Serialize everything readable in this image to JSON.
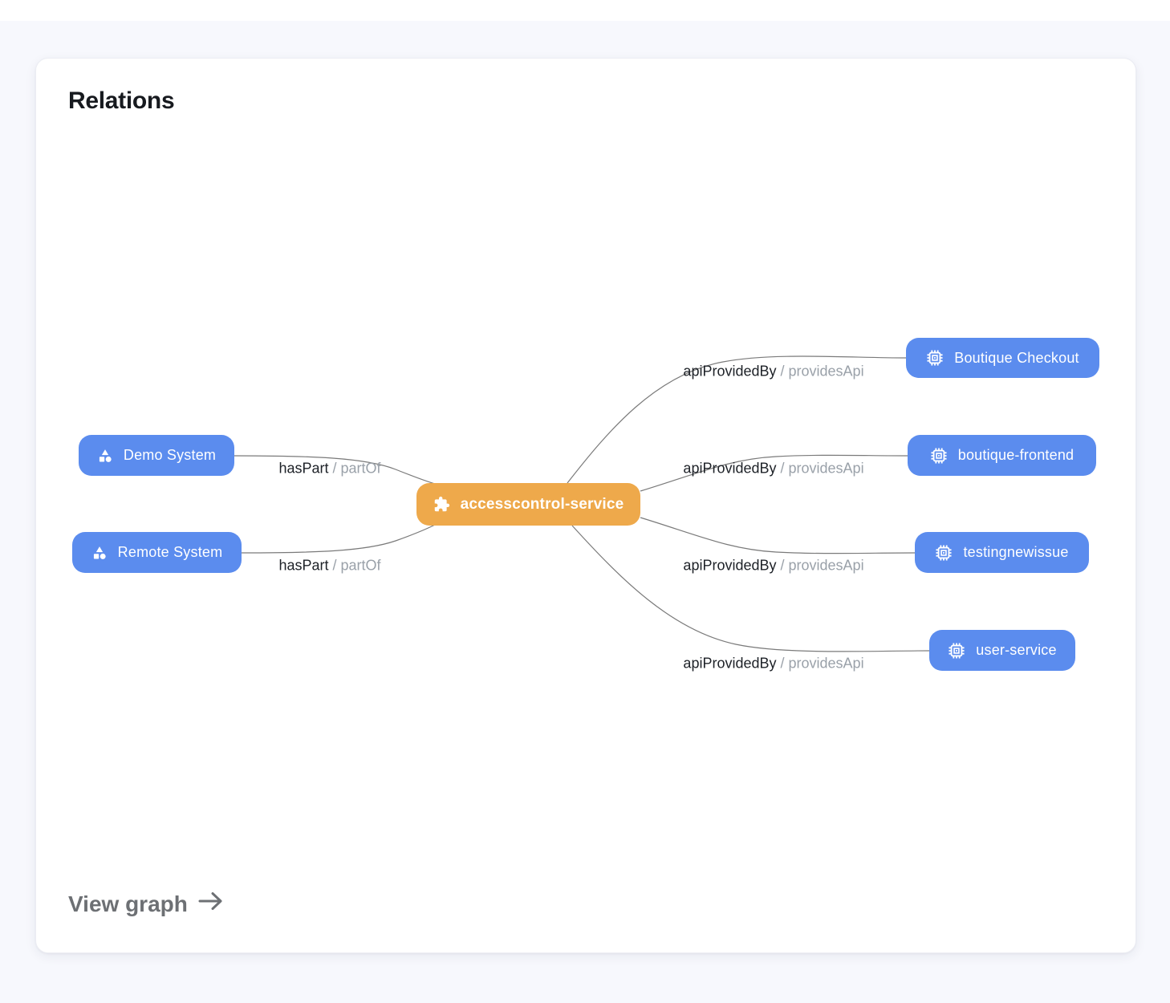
{
  "card": {
    "title": "Relations",
    "view_graph_label": "View graph"
  },
  "colors": {
    "entity_node_blue": "#5b8cee",
    "focus_node_orange": "#eea94b",
    "edge_line": "#7a7a7a",
    "edge_label_dark": "#1d2127",
    "edge_label_muted": "#9aa1a9",
    "view_graph_gray": "#6d7074",
    "page_background": "#f7f8fd"
  },
  "graph": {
    "center_node": {
      "label": "accesscontrol-service",
      "icon": "puzzle-icon"
    },
    "left_nodes": [
      {
        "label": "Demo System",
        "icon": "system-icon"
      },
      {
        "label": "Remote System",
        "icon": "system-icon"
      }
    ],
    "right_nodes": [
      {
        "label": "Boutique Checkout",
        "icon": "api-chip-icon"
      },
      {
        "label": "boutique-frontend",
        "icon": "api-chip-icon"
      },
      {
        "label": "testingnewissue",
        "icon": "api-chip-icon"
      },
      {
        "label": "user-service",
        "icon": "api-chip-icon"
      }
    ],
    "edge_labels": {
      "has_part": {
        "strong": "hasPart",
        "muted": "/ partOf"
      },
      "api_provided_by": {
        "strong": "apiProvidedBy",
        "muted": "/ providesApi"
      }
    }
  }
}
